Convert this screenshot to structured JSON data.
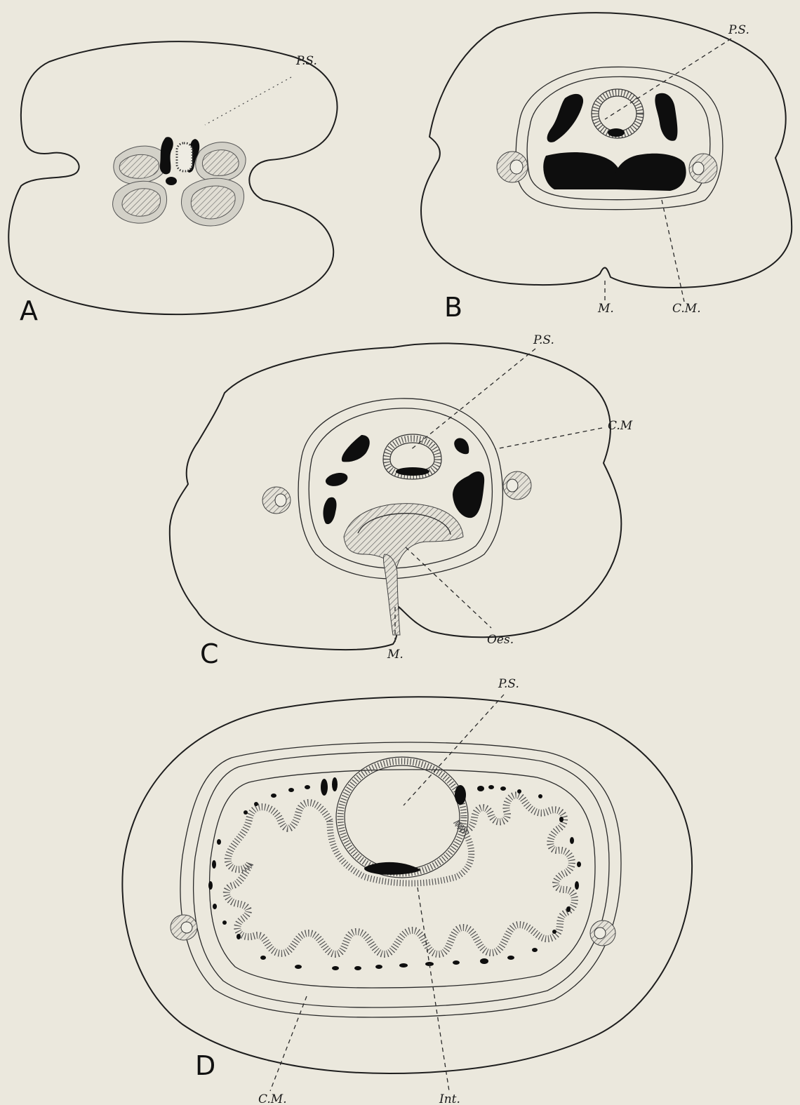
{
  "figure": {
    "panels": [
      {
        "id": "a",
        "letter": "A",
        "labels": {
          "ps": "P.S."
        }
      },
      {
        "id": "b",
        "letter": "B",
        "labels": {
          "ps": "P.S.",
          "m": "M.",
          "cm": "C.M."
        }
      },
      {
        "id": "c",
        "letter": "C",
        "labels": {
          "ps": "P.S.",
          "cm": "C.M",
          "oes": "Oes.",
          "m": "M."
        }
      },
      {
        "id": "d",
        "letter": "D",
        "labels": {
          "ps": "P.S.",
          "cm": "C.M.",
          "int": "Int."
        }
      }
    ]
  }
}
